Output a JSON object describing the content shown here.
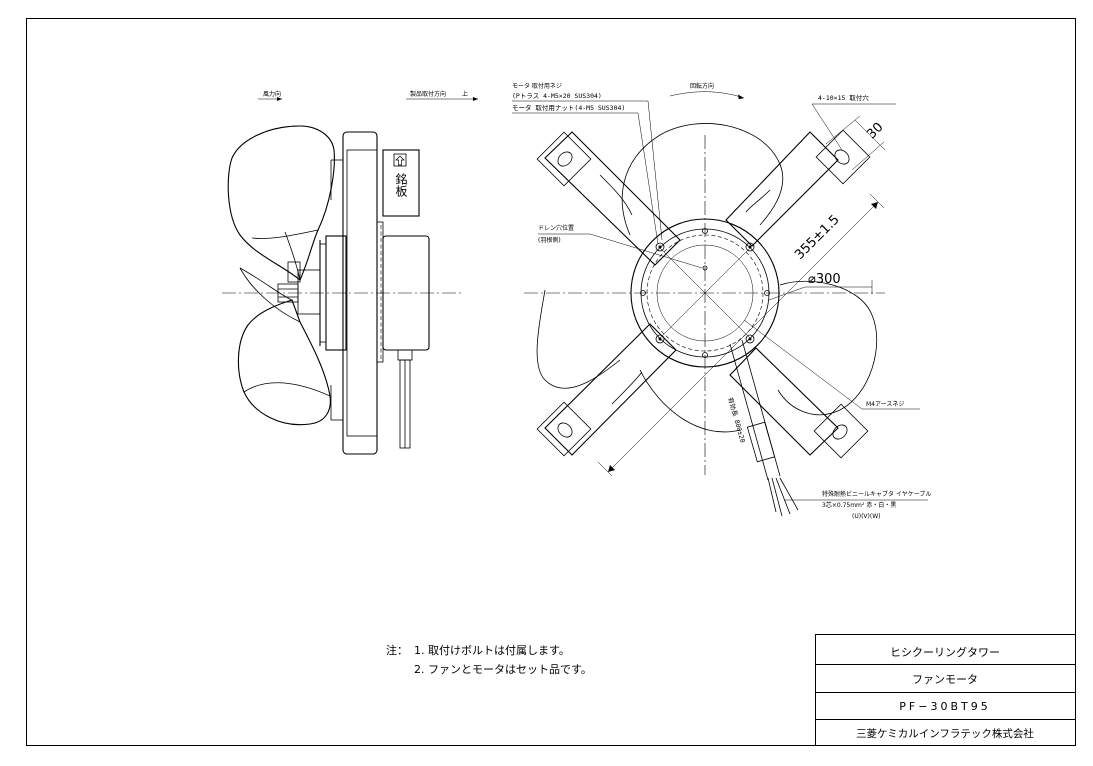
{
  "side_view": {
    "airflow_label": "風力向",
    "mount_dir_label": "製品取付方向",
    "mount_dir_mark": "上",
    "label_plate_text": "銘板"
  },
  "front_view": {
    "motor_screw_label_1": "モータ 取付用ネジ",
    "motor_screw_label_2": "(Pトラス 4-M5×20 SUS304)",
    "motor_nut_label": "モータ 取付用ナット(4-M5 SUS304)",
    "rotation_label": "回転方向",
    "mount_hole_label": "4-10×15 取付穴",
    "dim_30": "30",
    "dim_355": "355±1.5",
    "dim_300": "⌀300",
    "drain_label_1": "ドレン穴位置",
    "drain_label_2": "(羽根側)",
    "earth_screw_label": "M4アースネジ",
    "cable_length_label": "有効長 800±20",
    "cable_label_1": "特殊耐熱ビニールキャブタ イヤケーブル",
    "cable_label_2": "3芯×0.75mm² 赤・白・黒",
    "cable_label_3": "(U)(V)(W)"
  },
  "notes": {
    "prefix": "注：",
    "line1": "1. 取付けボルトは付属します。",
    "line2": "2. ファンとモータはセット品です。"
  },
  "title_block": {
    "product": "ヒシクーリングタワー",
    "part": "ファンモータ",
    "model": "PF−30BT95",
    "company": "三菱ケミカルインフラテック株式会社"
  }
}
